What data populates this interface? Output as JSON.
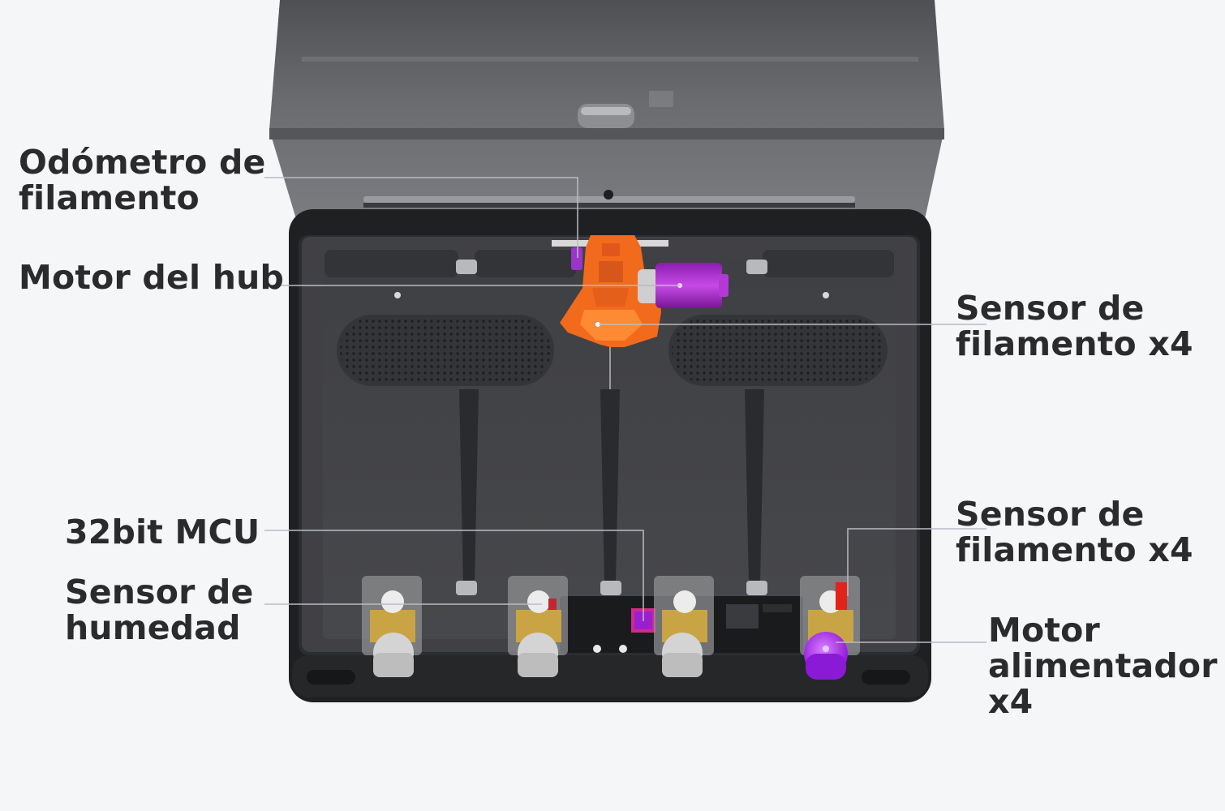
{
  "labels": {
    "odometer": [
      "Odómetro de",
      "filamento"
    ],
    "hub_motor": [
      "Motor del hub"
    ],
    "mcu": [
      "32bit MCU"
    ],
    "humidity": [
      "Sensor de",
      "humedad"
    ],
    "sensor_top": [
      "Sensor de",
      "filamento x4"
    ],
    "sensor_bottom": [
      "Sensor de",
      "filamento x4"
    ],
    "feeder_motor": [
      "Motor",
      "alimentador",
      "x4"
    ]
  },
  "colors": {
    "background": "#f5f6f8",
    "label_text": "#2b2b2d",
    "leader_line": "#b8bcc3",
    "hub_orange": "#f26a1b",
    "hub_motor_purple": "#b23ad1",
    "feeder_purple": "#b440e8",
    "lid_smoke": "#5f6064",
    "body_dark": "#2f3032"
  }
}
